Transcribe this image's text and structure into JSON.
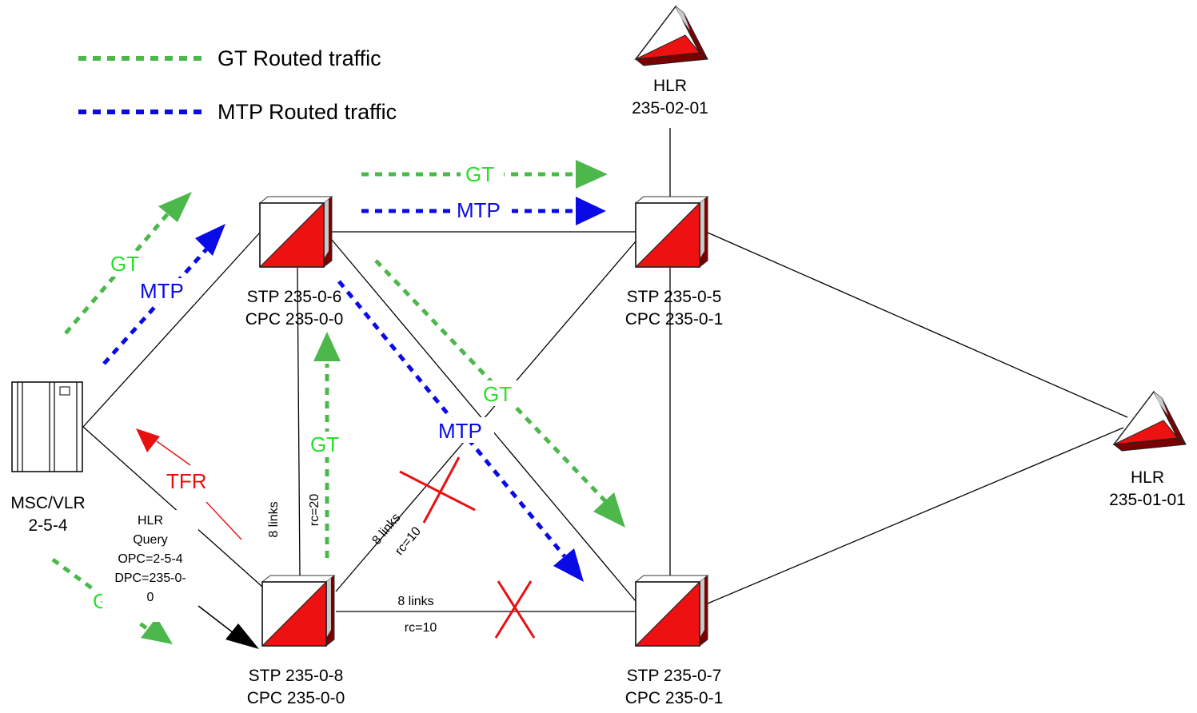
{
  "legend": {
    "gt_label": "GT Routed traffic",
    "mtp_label": "MTP Routed traffic",
    "gt_color": "#4cb84c",
    "mtp_color": "#0a0ae6"
  },
  "nodes": {
    "msc": {
      "line1": "MSC/VLR",
      "line2": "2-5-4",
      "icon": "server-cabinet-icon"
    },
    "stp6": {
      "line1": "STP 235-0-6",
      "line2": "CPC 235-0-0",
      "icon": "stp-cube-icon"
    },
    "stp5": {
      "line1": "STP 235-0-5",
      "line2": "CPC 235-0-1",
      "icon": "stp-cube-icon"
    },
    "stp8": {
      "line1": "STP 235-0-8",
      "line2": "CPC 235-0-0",
      "icon": "stp-cube-icon"
    },
    "stp7": {
      "line1": "STP 235-0-7",
      "line2": "CPC 235-0-1",
      "icon": "stp-cube-icon"
    },
    "hlr_top": {
      "line1": "HLR",
      "line2": "235-02-01",
      "icon": "hlr-pyramid-icon"
    },
    "hlr_right": {
      "line1": "HLR",
      "line2": "235-01-01",
      "icon": "hlr-pyramid-icon"
    }
  },
  "link_labels": {
    "stp6_stp8_count": "8 links",
    "stp6_stp8_rc": "rc=20",
    "diag_count": "8 links",
    "diag_rc": "rc=10",
    "bottom_count": "8 links",
    "bottom_rc": "rc=10"
  },
  "traffic_labels": {
    "gt": "GT",
    "mtp": "MTP",
    "tfr": "TFR"
  },
  "query": {
    "line1": "HLR",
    "line2": "Query",
    "line3": "OPC=2-5-4",
    "line4": "DPC=235-0-",
    "line5": "0"
  },
  "colors": {
    "stp_red": "#ee1111",
    "tfr_red": "#e81010",
    "gt_text": "#28e028",
    "failure_x": "#e81010"
  }
}
